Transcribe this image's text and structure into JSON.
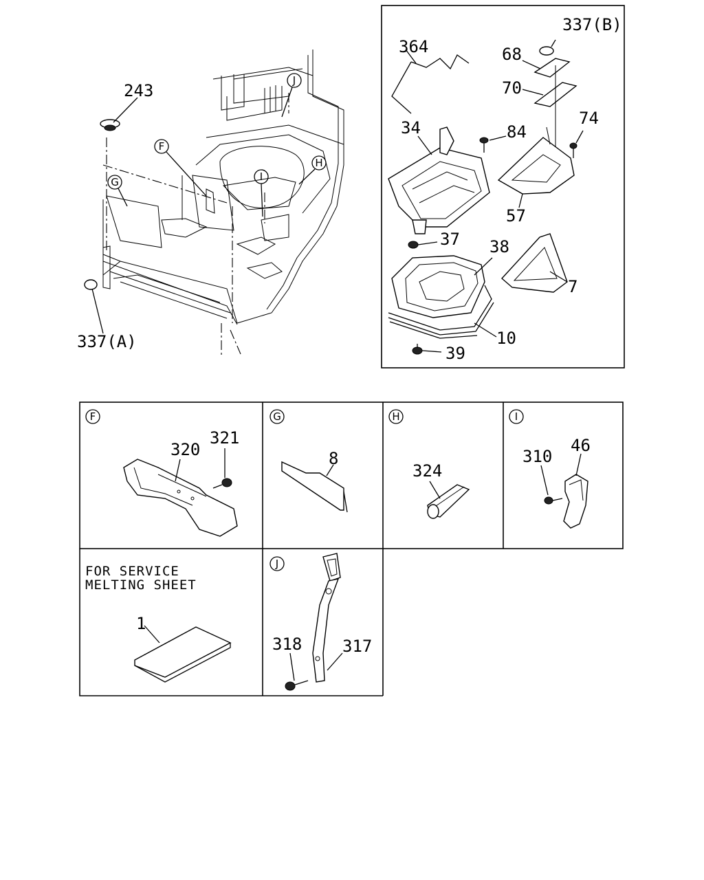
{
  "labels": {
    "p243": "243",
    "p337a": "337(A)",
    "p364": "364",
    "p337b": "337(B)",
    "p68": "68",
    "p70": "70",
    "p74": "74",
    "p34": "34",
    "p84": "84",
    "p57": "57",
    "p37": "37",
    "p38": "38",
    "p7": "7",
    "p10": "10",
    "p39": "39",
    "p320": "320",
    "p321": "321",
    "p8": "8",
    "p324": "324",
    "p310": "310",
    "p46": "46",
    "p318": "318",
    "p317": "317",
    "p1": "1"
  },
  "callouts": {
    "F": "F",
    "G": "G",
    "H": "H",
    "I": "I",
    "J": "J"
  },
  "note": {
    "line1": "FOR SERVICE",
    "line2": "MELTING SHEET"
  }
}
